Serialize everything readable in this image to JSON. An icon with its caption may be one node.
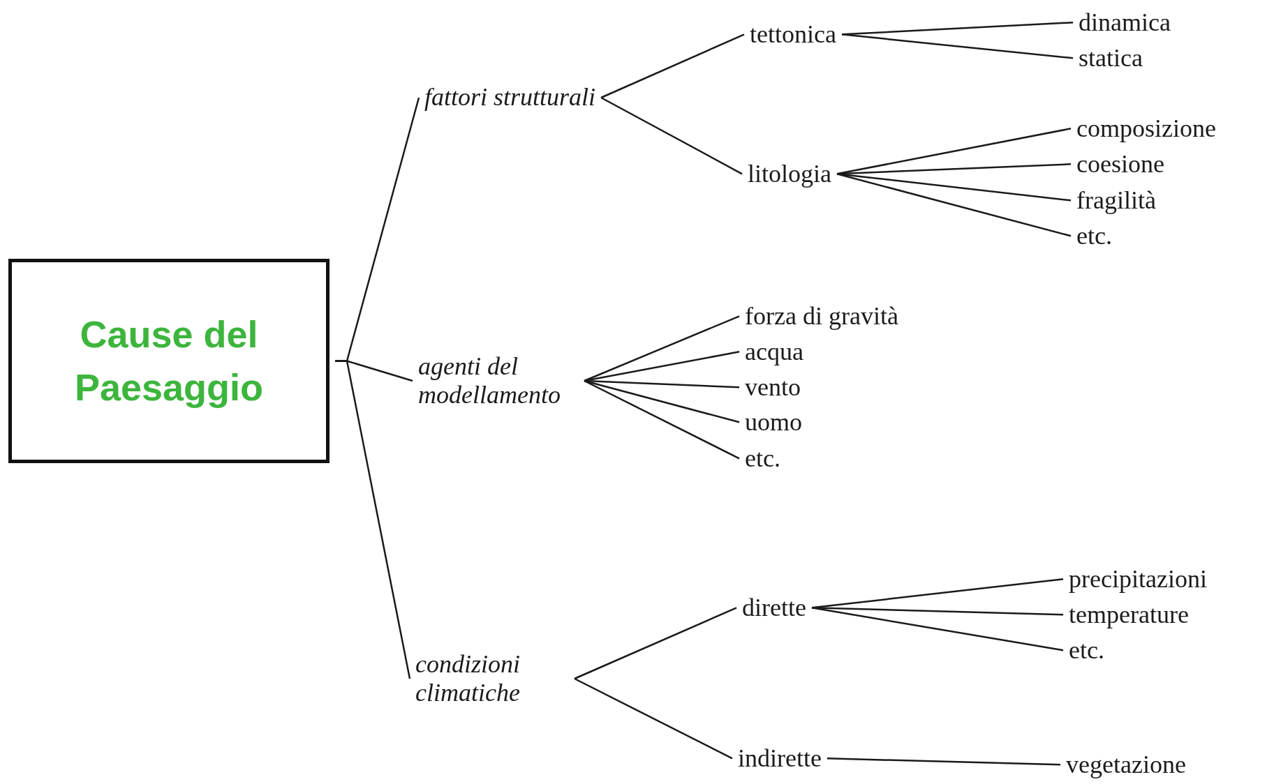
{
  "diagram": {
    "nodes": [
      {
        "text": [
          "Cause del Paesaggio"
        ]
      },
      {
        "text": [
          "fattori strutturali"
        ]
      },
      {
        "text": [
          "tettonica"
        ]
      },
      {
        "text": [
          "dinamica"
        ]
      },
      {
        "text": [
          "statica"
        ]
      },
      {
        "text": [
          "litologia"
        ]
      },
      {
        "text": [
          "composizione"
        ]
      },
      {
        "text": [
          "coesione"
        ]
      },
      {
        "text": [
          "fragilità"
        ]
      },
      {
        "text": [
          "etc."
        ]
      },
      {
        "text": [
          "agenti del modellamento"
        ]
      },
      {
        "text": [
          "forza di gravità"
        ]
      },
      {
        "text": [
          "acqua"
        ]
      },
      {
        "text": [
          "vento"
        ]
      },
      {
        "text": [
          "uomo"
        ]
      },
      {
        "text": [
          "etc."
        ]
      },
      {
        "text": [
          "condizioni climatiche"
        ]
      },
      {
        "text": [
          "dirette"
        ]
      },
      {
        "text": [
          "precipitazioni"
        ]
      },
      {
        "text": [
          "temperature"
        ]
      },
      {
        "text": [
          "etc."
        ]
      },
      {
        "text": [
          "indirette"
        ]
      },
      {
        "text": [
          "vegetazione"
        ]
      }
    ],
    "edges": [
      {
        "from": 0,
        "to": 1,
        "arrow": "none"
      },
      {
        "from": 0,
        "to": 10,
        "arrow": "none"
      },
      {
        "from": 0,
        "to": 16,
        "arrow": "none"
      },
      {
        "from": 1,
        "to": 2,
        "arrow": "none"
      },
      {
        "from": 1,
        "to": 5,
        "arrow": "none"
      },
      {
        "from": 2,
        "to": 3,
        "arrow": "none"
      },
      {
        "from": 2,
        "to": 4,
        "arrow": "none"
      },
      {
        "from": 5,
        "to": 6,
        "arrow": "none"
      },
      {
        "from": 5,
        "to": 7,
        "arrow": "none"
      },
      {
        "from": 5,
        "to": 8,
        "arrow": "none"
      },
      {
        "from": 5,
        "to": 9,
        "arrow": "none"
      },
      {
        "from": 10,
        "to": 11,
        "arrow": "none"
      },
      {
        "from": 10,
        "to": 12,
        "arrow": "none"
      },
      {
        "from": 10,
        "to": 13,
        "arrow": "none"
      },
      {
        "from": 10,
        "to": 14,
        "arrow": "none"
      },
      {
        "from": 10,
        "to": 15,
        "arrow": "none"
      },
      {
        "from": 16,
        "to": 17,
        "arrow": "none"
      },
      {
        "from": 16,
        "to": 21,
        "arrow": "none"
      },
      {
        "from": 17,
        "to": 18,
        "arrow": "none"
      },
      {
        "from": 17,
        "to": 19,
        "arrow": "none"
      },
      {
        "from": 17,
        "to": 20,
        "arrow": "none"
      },
      {
        "from": 21,
        "to": 22,
        "arrow": "none"
      }
    ]
  }
}
